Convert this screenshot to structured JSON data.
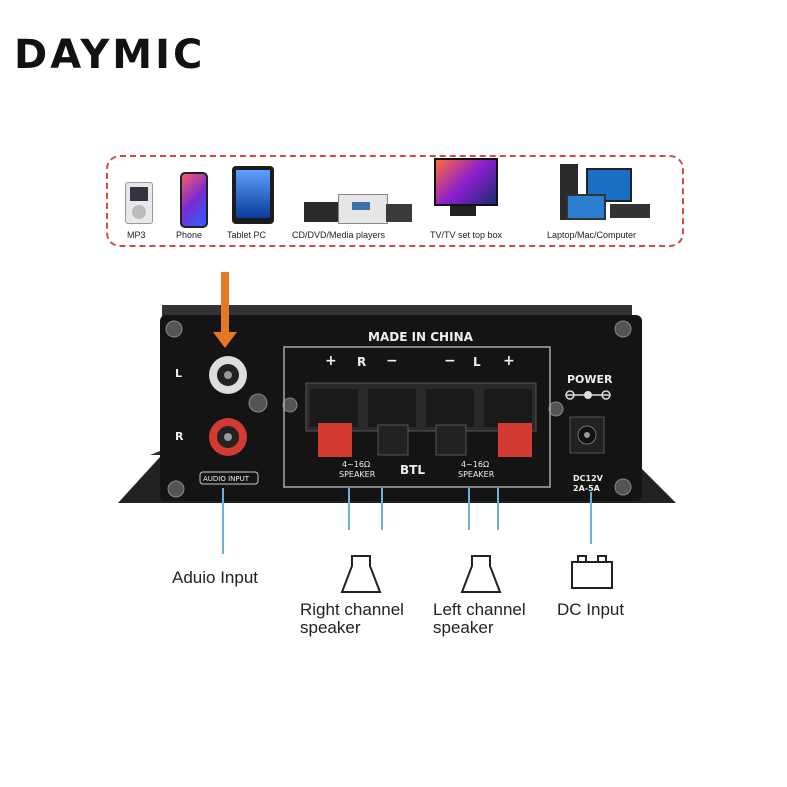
{
  "brand": {
    "logo_text": "DAYMIC"
  },
  "sources": [
    {
      "label": "MP3",
      "icon": "mp3-player-icon"
    },
    {
      "label": "Phone",
      "icon": "phone-icon"
    },
    {
      "label": "Tablet PC",
      "icon": "tablet-icon"
    },
    {
      "label": "CD/DVD/Media players",
      "icon": "media-player-icon"
    },
    {
      "label": "TV/TV set top box",
      "icon": "tv-icon"
    },
    {
      "label": "Laptop/Mac/Computer",
      "icon": "computer-icon"
    }
  ],
  "panel": {
    "made_in": "MADE IN CHINA",
    "power": "POWER",
    "left_jack": "L",
    "right_jack": "R",
    "audio_input_tag": "AUDIO INPUT",
    "speaker_r": "R",
    "speaker_l": "L",
    "plus": "+",
    "minus": "−",
    "impedance_r": "4~16Ω",
    "impedance_l": "4~16Ω",
    "speaker_word_r": "SPEAKER",
    "speaker_word_l": "SPEAKER",
    "btl": "BTL",
    "dc_rating_1": "DC12V",
    "dc_rating_2": "2A-5A"
  },
  "callouts": {
    "audio_input": "Aduio Input",
    "right_speaker_1": "Right channel",
    "right_speaker_2": "speaker",
    "left_speaker_1": "Left channel",
    "left_speaker_2": "speaker",
    "dc_input": "DC Input"
  },
  "colors": {
    "accent_red": "#d24a45",
    "arrow_orange": "#e87722",
    "line_blue": "#6ab0d8",
    "panel": "#141414"
  }
}
